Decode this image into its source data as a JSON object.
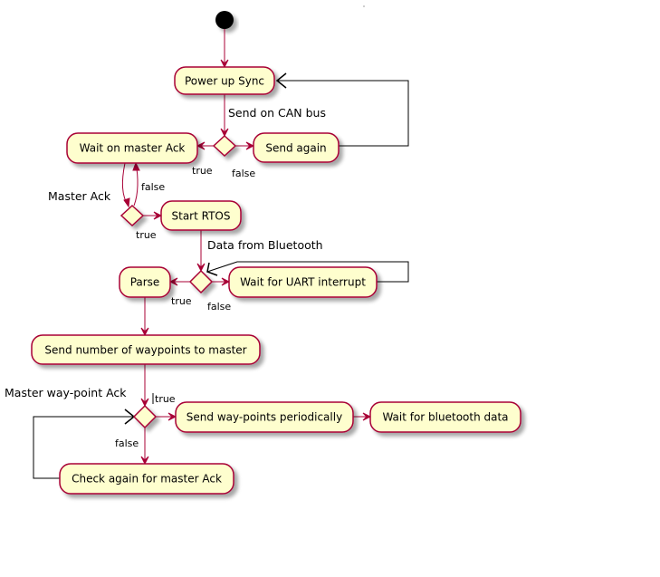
{
  "nodes": {
    "power_up_sync": "Power up Sync",
    "send_again": "Send again",
    "wait_master_ack": "Wait on master Ack",
    "start_rtos": "Start RTOS",
    "parse": "Parse",
    "wait_uart": "Wait for UART interrupt",
    "send_waypoint_count": "Send number of waypoints to master",
    "send_waypoints": "Send way-points periodically",
    "wait_bt_data": "Wait for bluetooth data",
    "check_master_ack": "Check again for master Ack"
  },
  "labels": {
    "send_on_can": "Send on CAN bus",
    "master_ack": "Master Ack",
    "data_from_bt": "Data from Bluetooth",
    "master_waypoint_ack": "Master way-point Ack",
    "true": "true",
    "false": "false"
  },
  "colors": {
    "node_fill": "#FEFECE",
    "node_border": "#A80036",
    "arrow": "#A80036",
    "start_node": "#000000"
  }
}
